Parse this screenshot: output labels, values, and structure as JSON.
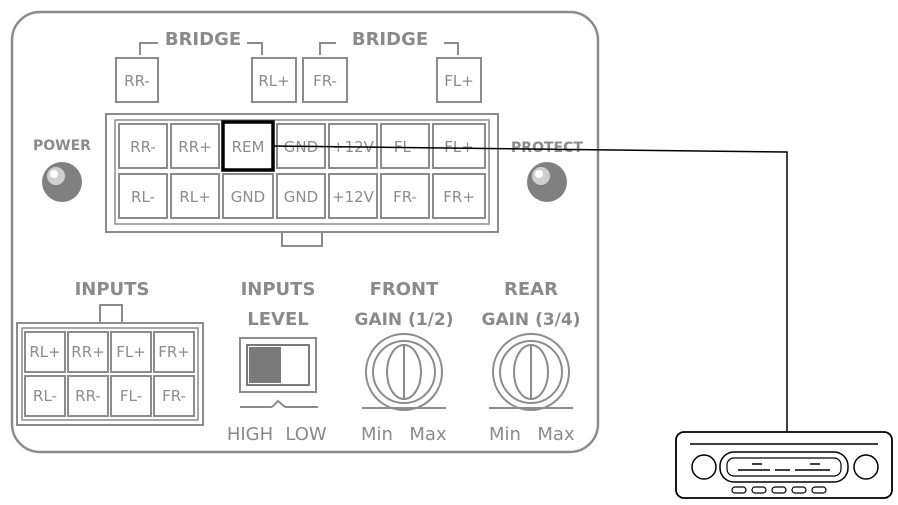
{
  "bridge": {
    "left": "BRIDGE",
    "right": "BRIDGE"
  },
  "bridge_terminals": [
    "RR-",
    "RL+",
    "FR-",
    "FL+"
  ],
  "power_label": "POWER",
  "protect_label": "PROTECT",
  "connector": {
    "top_row": [
      "RR-",
      "RR+",
      "REM",
      "GND",
      "+12V",
      "FL-",
      "FL+"
    ],
    "bottom_row": [
      "RL-",
      "RL+",
      "GND",
      "GND",
      "+12V",
      "FR-",
      "FR+"
    ],
    "highlighted": "REM"
  },
  "inputs": {
    "title": "INPUTS",
    "top_row": [
      "RL+",
      "RR+",
      "FL+",
      "FR+"
    ],
    "bottom_row": [
      "RL-",
      "RR-",
      "FL-",
      "FR-"
    ]
  },
  "inputs_level": {
    "title_line1": "INPUTS",
    "title_line2": "LEVEL",
    "high": "HIGH",
    "low": "LOW",
    "selected": "HIGH"
  },
  "front_gain": {
    "title_line1": "FRONT",
    "title_line2": "GAIN (1/2)",
    "min": "Min",
    "max": "Max"
  },
  "rear_gain": {
    "title_line1": "REAR",
    "title_line2": "GAIN (3/4)",
    "min": "Min",
    "max": "Max"
  },
  "colors": {
    "outline": "#8c8c8c",
    "highlight": "#000000",
    "wire": "#000000"
  },
  "head_unit_icon": "car-radio-icon"
}
